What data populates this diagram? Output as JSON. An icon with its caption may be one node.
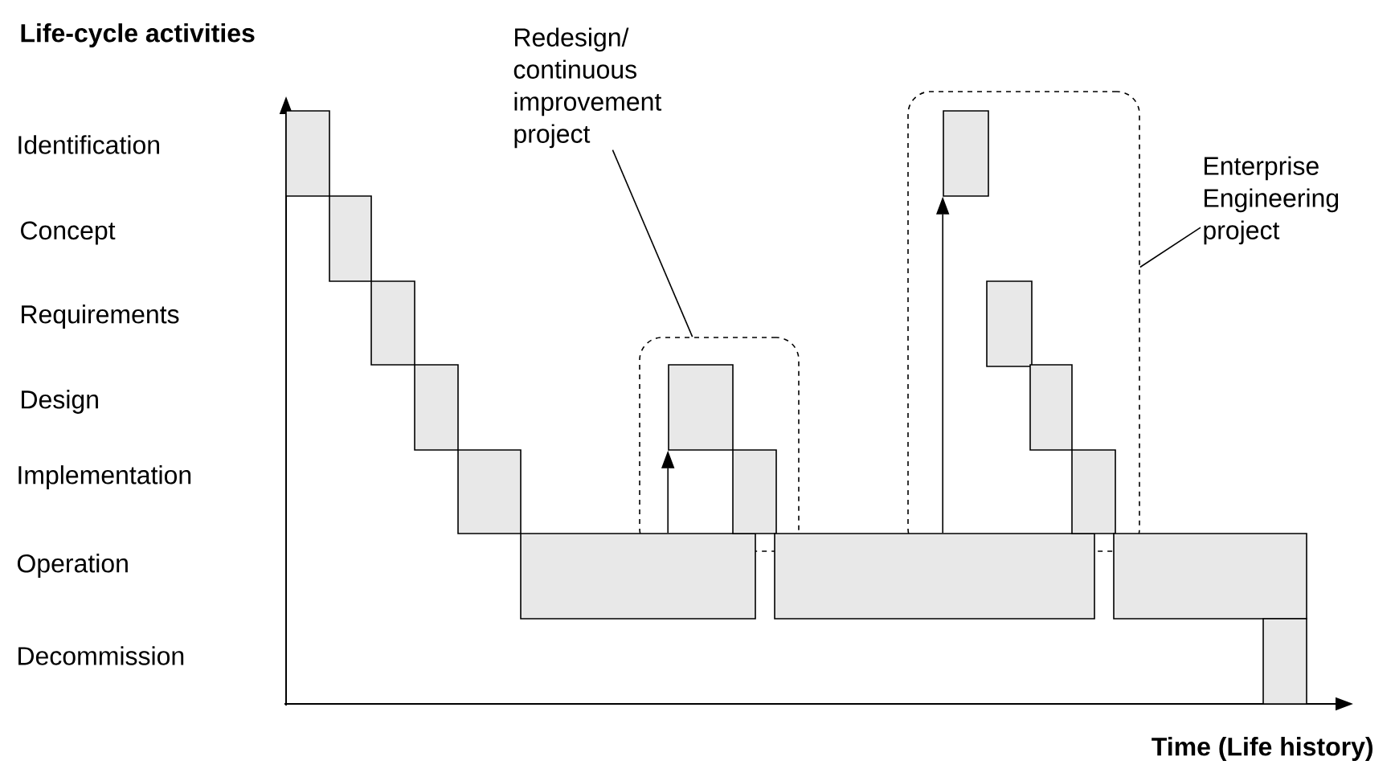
{
  "diagram": {
    "nodes": [
      {
        "text": [
          "Redesign/ continuous improvement project"
        ]
      },
      {
        "text": [
          "Enterprise Engineering project"
        ]
      },
      {
        "text": [],
        "shape": "box"
      },
      {
        "text": [],
        "shape": "box"
      },
      {
        "text": [],
        "shape": "box"
      },
      {
        "text": [],
        "shape": "box"
      },
      {
        "text": [],
        "shape": "box"
      },
      {
        "text": [],
        "shape": "box"
      },
      {
        "text": [],
        "shape": "box"
      },
      {
        "text": [],
        "shape": "box"
      },
      {
        "text": [],
        "shape": "box",
        "in": 2
      },
      {
        "text": [],
        "shape": "box",
        "in": 2
      },
      {
        "text": [],
        "shape": "box"
      },
      {
        "text": [],
        "shape": "box",
        "in": 3
      },
      {
        "text": [],
        "shape": "box",
        "in": 3
      },
      {
        "text": [],
        "shape": "box",
        "in": 3
      },
      {
        "text": [],
        "shape": "box",
        "in": 3
      },
      {
        "text": [],
        "shape": "box"
      },
      {
        "text": [],
        "shape": "box"
      }
    ],
    "edges": [
      {
        "from": 0,
        "to": 2,
        "arrow": "none"
      },
      {
        "from": 1,
        "to": 3,
        "arrow": "none"
      },
      {
        "from": 9,
        "to": 10,
        "arrow": "to"
      },
      {
        "from": 12,
        "to": 13,
        "arrow": "to"
      }
    ],
    "labels": [
      "Life-cycle activities",
      "Identification",
      "Concept",
      "Requirements",
      "Design",
      "Implementation",
      "Operation",
      "Decommission",
      "Time (Life history)"
    ]
  }
}
